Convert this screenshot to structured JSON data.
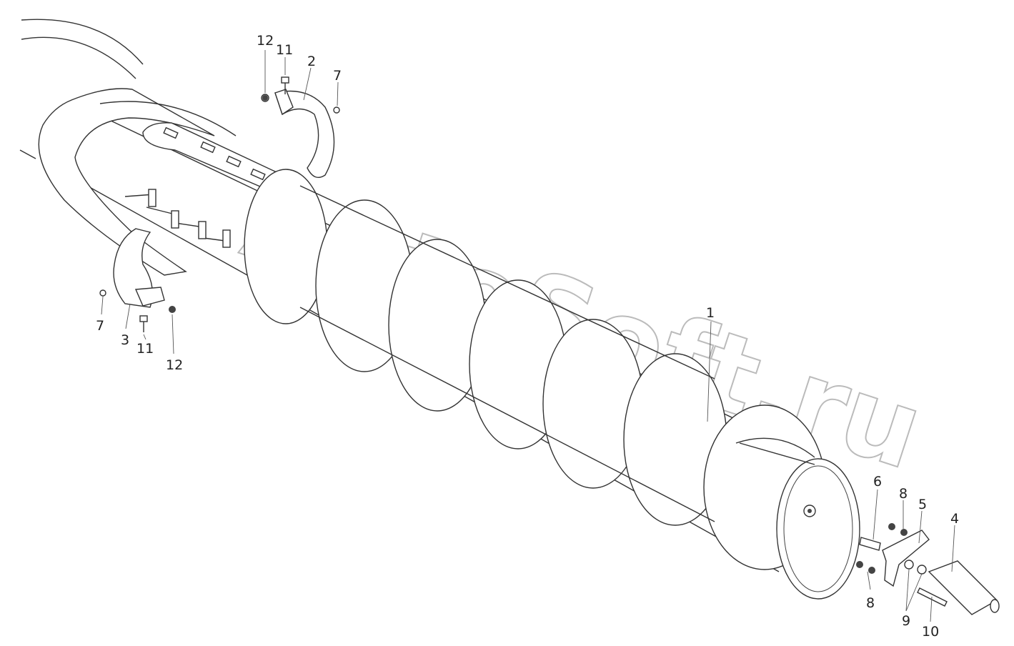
{
  "watermark": "AutoSoft.ru",
  "callouts": {
    "c1": "1",
    "c2": "2",
    "c3": "3",
    "c4": "4",
    "c5": "5",
    "c6": "6",
    "c7a": "7",
    "c7b": "7",
    "c8a": "8",
    "c8b": "8",
    "c9": "9",
    "c10": "10",
    "c11a": "11",
    "c11b": "11",
    "c12a": "12",
    "c12b": "12"
  }
}
